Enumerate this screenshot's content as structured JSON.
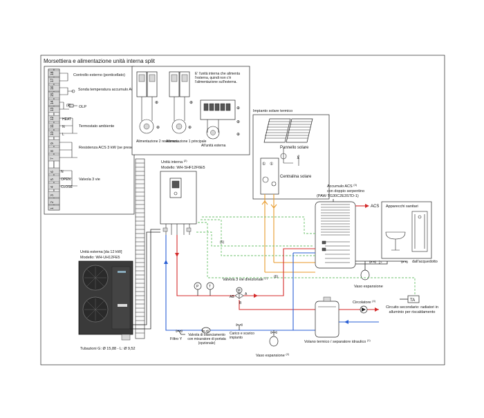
{
  "diagram": {
    "title": "Morsettiera e alimentazione unità interna split",
    "terminal_block": {
      "groups": [
        {
          "numbers": [
            "18",
            "17"
          ],
          "label": "Controllo esterno (ponticellato)"
        },
        {
          "numbers": [
            "16",
            "15"
          ],
          "label": "Sonda temperatura accumulo ACS"
        },
        {
          "numbers": [
            "14",
            "13"
          ],
          "label": "OLP",
          "tag": "(R)"
        },
        {
          "numbers": [
            "12",
            "11",
            "10"
          ],
          "label": "Termostato ambiente",
          "pins": [
            "HEAT",
            "N",
            "L"
          ]
        },
        {
          "numbers": [
            "9",
            "8",
            "7"
          ],
          "label": "Resistenza ACS 3 kW (se presente)"
        },
        {
          "numbers": [
            "6",
            "5",
            "4"
          ],
          "label": "Valvola 3 vie",
          "pins": [
            "N",
            "OPEN",
            "CLOSE"
          ]
        },
        {
          "numbers": [
            "3",
            "2",
            "1"
          ],
          "label": ""
        }
      ]
    },
    "power_panel": {
      "feed_2": "Alimentazione 2 resistenza",
      "feed_1": "Alimentazione 1 principale",
      "note": "E' l'unità interna che alimenta l'esterna, quindi non c'è l'alimentazione sull'esterna.",
      "outdoor_feed": "All'unità esterna"
    },
    "solar_system": {
      "title": "Impianto solare termico",
      "panel": "Pannello solare",
      "station": "Centralina solare"
    },
    "indoor_unit": {
      "title": "Unità interna",
      "sup": "(2)",
      "model": "Modello: WH-SHF12F6E5"
    },
    "outdoor_unit": {
      "title": "Unità esterna [da 12 kW]",
      "model": "Modello: WH-UH12FE5",
      "pipes": "Tubazioni G: Ø 15,88 - L: Ø 9,52"
    },
    "tank": {
      "title": "Accumulo ACS",
      "sup": "(3)",
      "line2": "con doppio serpentino",
      "model": "(PAW-TG30C2E3STD-1)"
    },
    "labels": {
      "acs": "ACS",
      "sanitari": "Apparecchi sanitari",
      "acquedotto": "dall'acquedotto",
      "vaso_espansione": "Vaso espansione",
      "vaso_espansione_2": "Vaso espansione",
      "vaso_sup": "(2)",
      "valvola_3vie": "Valvola 3 vie direzionale",
      "valvola_sup": "(7)",
      "port_ab": "AB",
      "port_a": "A",
      "port_b": "B",
      "m": "M",
      "ta": "TA",
      "circolatore": "Circolatore",
      "circolatore_sup": "(4)",
      "circuito": "Circuito secondario: radiatori in alluminio per riscaldamento",
      "filtro": "Filtro Y",
      "valvola_bil": "Valvola di bilanciamento con misuratore di portata (opzionale)",
      "carico": "Carico e scarico impianto",
      "volano": "Volano termico / separatore idraulico",
      "volano_sup": "(1)",
      "ref5": "(5)",
      "ref6": "(6)",
      "gauge_p": "P",
      "gauge_t": "T"
    },
    "colors": {
      "hot": "#d42a2a",
      "cold": "#2a5fd4",
      "solar": "#e89a2a",
      "signal": "#6cc26c"
    }
  }
}
